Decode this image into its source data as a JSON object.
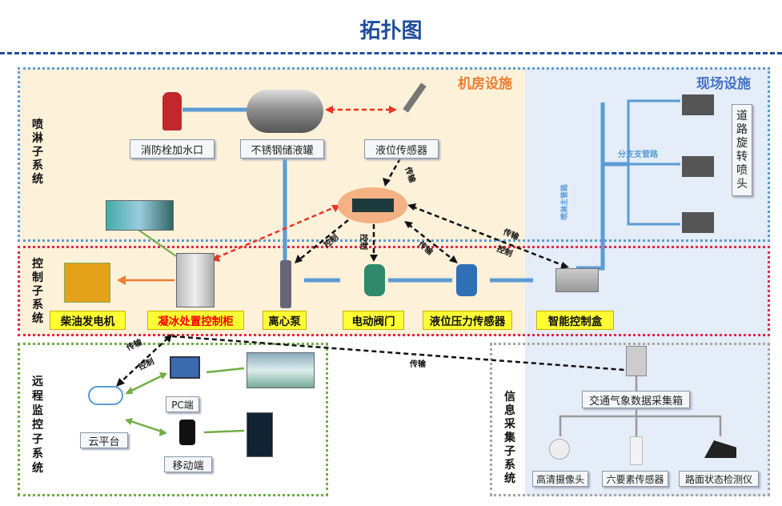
{
  "title": "拓扑图",
  "zones": {
    "machine_room": "机房设施",
    "field": "现场设施"
  },
  "subsystems": {
    "spray": "喷淋子系统",
    "control": "控制子系统",
    "remote": "远程监控子系统",
    "info": "信息采集子系统"
  },
  "spray": {
    "hydrant": "消防栓加水口",
    "tank": "不锈钢储液罐",
    "level_sensor": "液位传感器",
    "nozzle": "道路旋转喷头",
    "main_pipe": "喷淋主管路",
    "branch_pipe": "分支支管路"
  },
  "control": {
    "generator": "柴油发电机",
    "cabinet": "凝冰处置控制柜",
    "pump": "离心泵",
    "valve": "电动阀门",
    "pressure_sensor": "液位压力传感器",
    "control_box": "智能控制盒"
  },
  "remote": {
    "cloud": "云平台",
    "pc": "PC端",
    "mobile": "移动端"
  },
  "info": {
    "collector": "交通气象数据采集箱",
    "camera": "高清摄像头",
    "six_sensor": "六要素传感器",
    "road_detector": "路面状态检测仪"
  },
  "arrows": {
    "transmit": "传输",
    "control": "控制"
  },
  "colors": {
    "title": "#1f4e9c",
    "machine_bg": "#fdf1d9",
    "field_bg": "#e4edf8",
    "pipe": "#5b9bd5",
    "cabinet_text": "#ff0000",
    "label_yellow": "#ffff33"
  }
}
